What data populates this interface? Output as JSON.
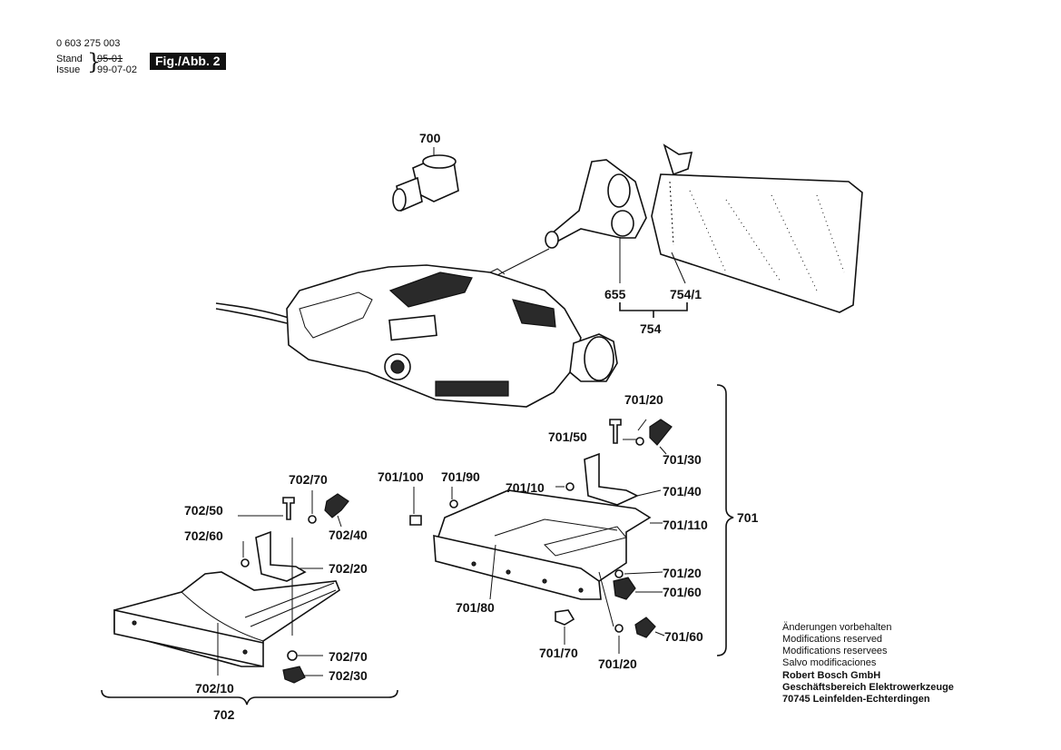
{
  "header": {
    "doc_number": "0 603 275 003",
    "stand_label": "Stand",
    "issue_label": "Issue",
    "stand_date": "95-01",
    "issue_date": "99-07-02",
    "figure_badge": "Fig./Abb. 2"
  },
  "labels": {
    "l700": "700",
    "l655": "655",
    "l754_1": "754/1",
    "l754": "754",
    "l701_20_top": "701/20",
    "l701_50": "701/50",
    "l701_30": "701/30",
    "l701_100": "701/100",
    "l701_90": "701/90",
    "l701_10": "701/10",
    "l701_40": "701/40",
    "l701_110": "701/110",
    "l701": "701",
    "l701_20_mid": "701/20",
    "l701_60_a": "701/60",
    "l701_80": "701/80",
    "l701_60_b": "701/60",
    "l701_70": "701/70",
    "l701_20_bot": "701/20",
    "l702_70_top": "702/70",
    "l702_50": "702/50",
    "l702_40": "702/40",
    "l702_60": "702/60",
    "l702_20": "702/20",
    "l702_70_bot": "702/70",
    "l702_10": "702/10",
    "l702_30": "702/30",
    "l702": "702"
  },
  "footer": {
    "line1": "Änderungen vorbehalten",
    "line2": "Modifications reserved",
    "line3": "Modifications reservees",
    "line4": "Salvo modificaciones",
    "company": "Robert Bosch GmbH",
    "division": "Geschäftsbereich Elektrowerkzeuge",
    "address": "70745 Leinfelden-Echterdingen"
  }
}
